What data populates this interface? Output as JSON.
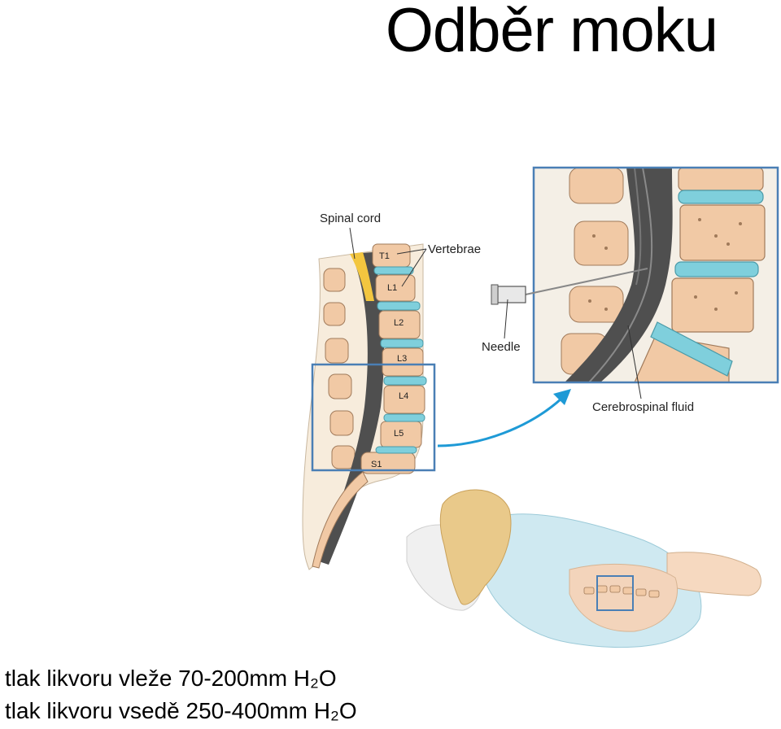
{
  "title": "Odběr moku",
  "labels": {
    "spinal_cord": "Spinal cord",
    "vertebrae": "Vertebrae",
    "needle": "Needle",
    "csf": "Cerebrospinal fluid",
    "t1": "T1",
    "l1": "L1",
    "l2": "L2",
    "l3": "L3",
    "l4": "L4",
    "l5": "L5",
    "s1": "S1"
  },
  "pressures": [
    {
      "text": "tlak likvoru vleže 70-200mm H₂O"
    },
    {
      "text": "tlak likvoru vsedě 250-400mm H₂O"
    }
  ],
  "colors": {
    "bone": "#f1c9a5",
    "bone_outline": "#a07a5a",
    "disc": "#7fcfdc",
    "cord": "#555555",
    "frame": "#4a7fb5",
    "arrow": "#1e9ad6",
    "gown": "#cfe9f1",
    "hair": "#e9c98a"
  }
}
